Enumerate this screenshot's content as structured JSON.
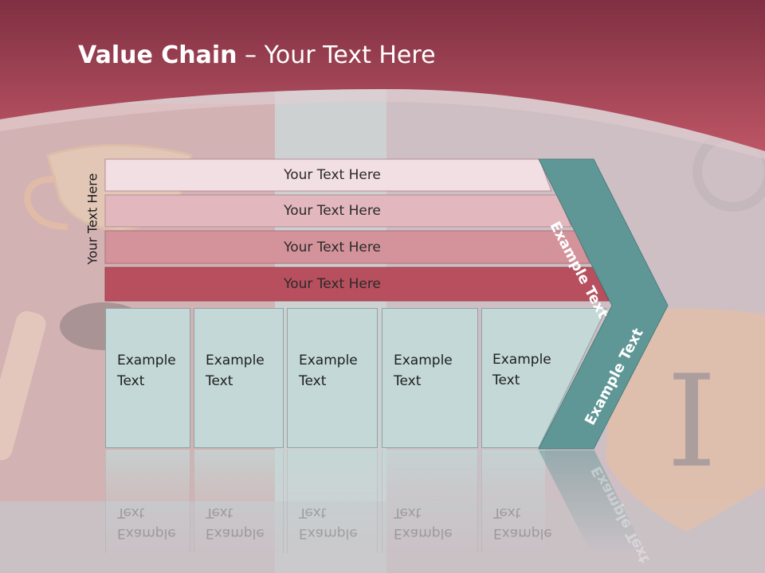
{
  "slide": {
    "title_bold": "Value Chain",
    "title_rest": " – Your Text Here"
  },
  "side_label": "Your Text Here",
  "rows": [
    {
      "label": "Your Text Here",
      "color": "#f2dfe3"
    },
    {
      "label": "Your Text Here",
      "color": "#e3b7be"
    },
    {
      "label": "Your Text Here",
      "color": "#d4939b"
    },
    {
      "label": "Your Text Here",
      "color": "#b84f5e"
    }
  ],
  "boxes": [
    {
      "label": "Example Text"
    },
    {
      "label": "Example Text"
    },
    {
      "label": "Example Text"
    },
    {
      "label": "Example Text"
    },
    {
      "label": "Example Text"
    }
  ],
  "chevron": {
    "upper_label": "Example Text",
    "lower_label": "Example Text",
    "color": "#5f9696"
  },
  "colors": {
    "header": "#b24b5b",
    "background": "#cdbfc4"
  }
}
